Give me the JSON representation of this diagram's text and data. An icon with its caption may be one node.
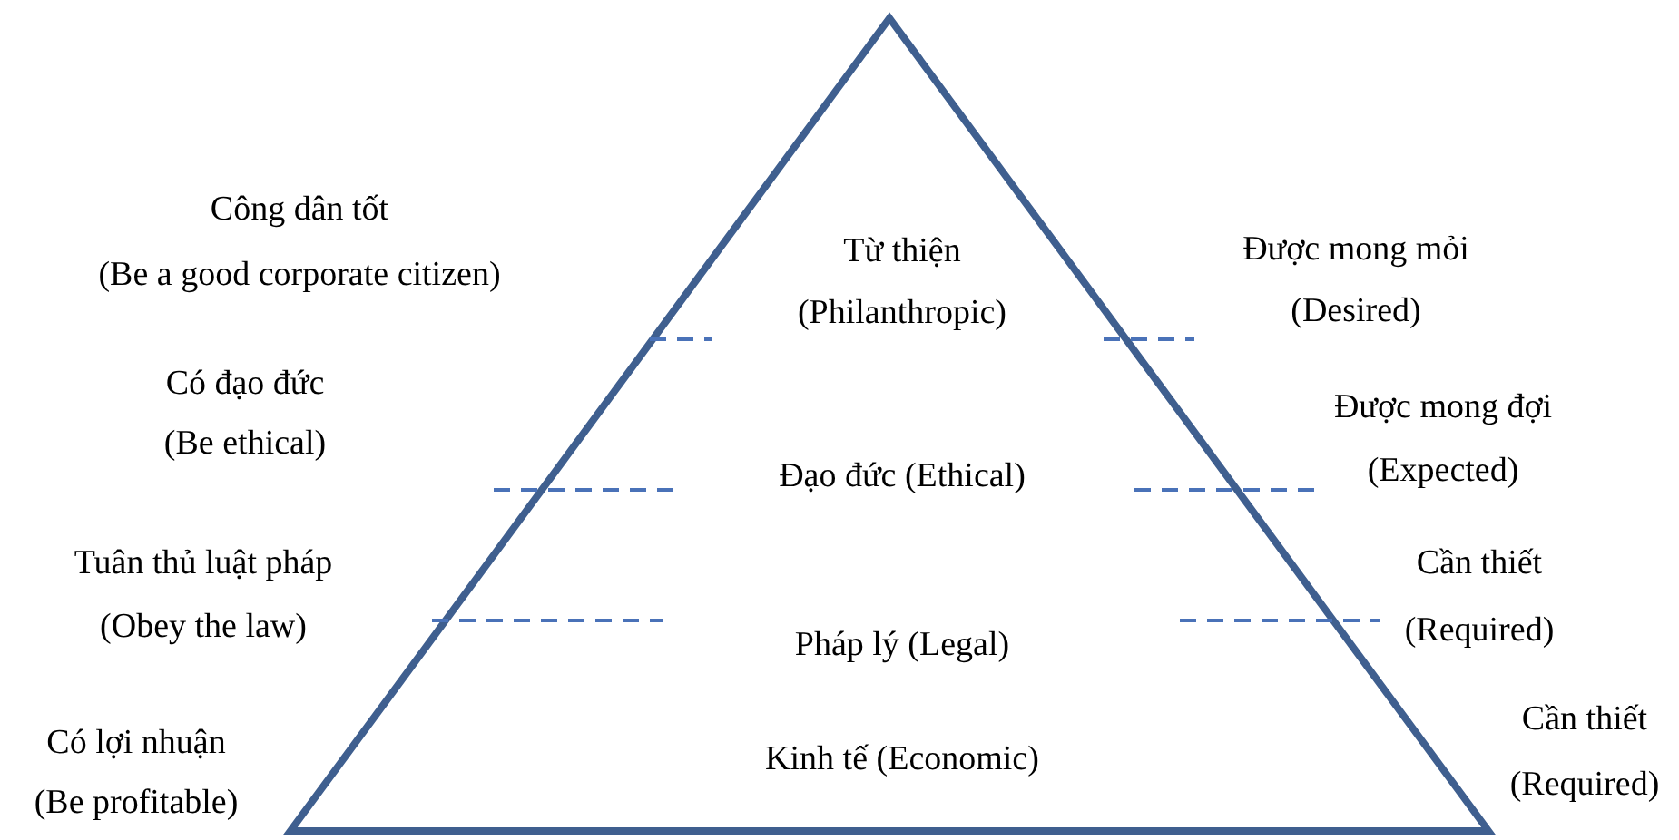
{
  "diagram": {
    "nodes": [
      {
        "text": [
          "Từ thiện (Philanthropic)"
        ]
      },
      {
        "text": [
          "Đạo đức (Ethical)"
        ]
      },
      {
        "text": [
          "Pháp lý (Legal)"
        ]
      },
      {
        "text": [
          "Kinh tế (Economic)"
        ]
      }
    ],
    "labels": [
      "Công dân tốt",
      "(Be a good corporate citizen)",
      "Được mong mỏi",
      "(Desired)",
      "Có đạo đức",
      "(Be ethical)",
      "Được mong đợi",
      "(Expected)",
      "Tuân thủ luật pháp",
      "(Obey the law)",
      "Cần thiết",
      "(Required)",
      "Có lợi nhuận",
      "(Be profitable)",
      "Cần thiết",
      "(Required)"
    ]
  }
}
